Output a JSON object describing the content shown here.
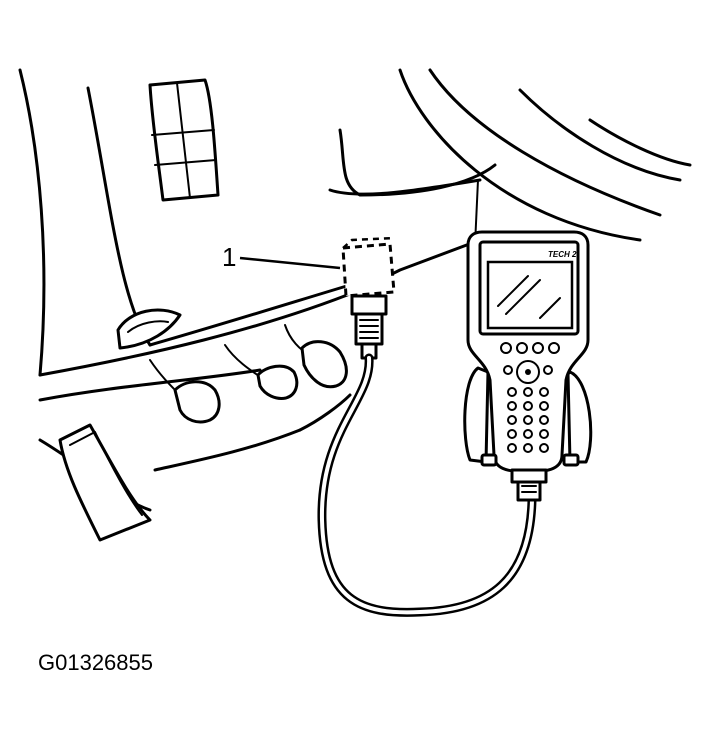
{
  "diagram": {
    "callout_label": "1",
    "figure_id": "G01326855",
    "scan_tool_brand": "TECH 2",
    "colors": {
      "ink": "#000000",
      "paper": "#ffffff"
    }
  }
}
